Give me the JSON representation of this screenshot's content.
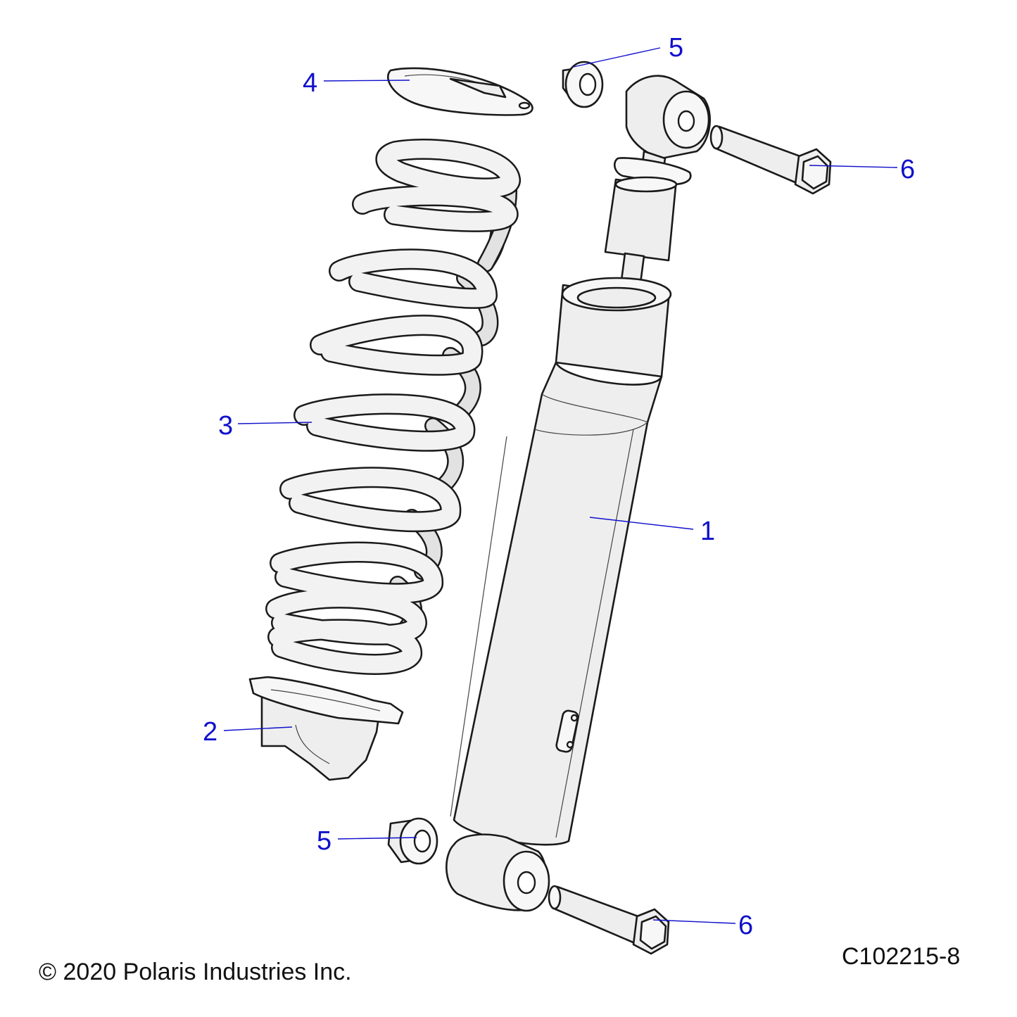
{
  "diagram": {
    "callouts": [
      {
        "id": "callout-1",
        "label": "1"
      },
      {
        "id": "callout-2",
        "label": "2"
      },
      {
        "id": "callout-3",
        "label": "3"
      },
      {
        "id": "callout-4",
        "label": "4"
      },
      {
        "id": "callout-5-top",
        "label": "5"
      },
      {
        "id": "callout-5-bottom",
        "label": "5"
      },
      {
        "id": "callout-6-top",
        "label": "6"
      },
      {
        "id": "callout-6-bottom",
        "label": "6"
      }
    ],
    "figure_id": "C102215-8",
    "copyright": "© 2020 Polaris Industries Inc.",
    "colors": {
      "callout": "#1010cc",
      "line": "#1a1a1a",
      "fill": "#eeeeee"
    }
  }
}
